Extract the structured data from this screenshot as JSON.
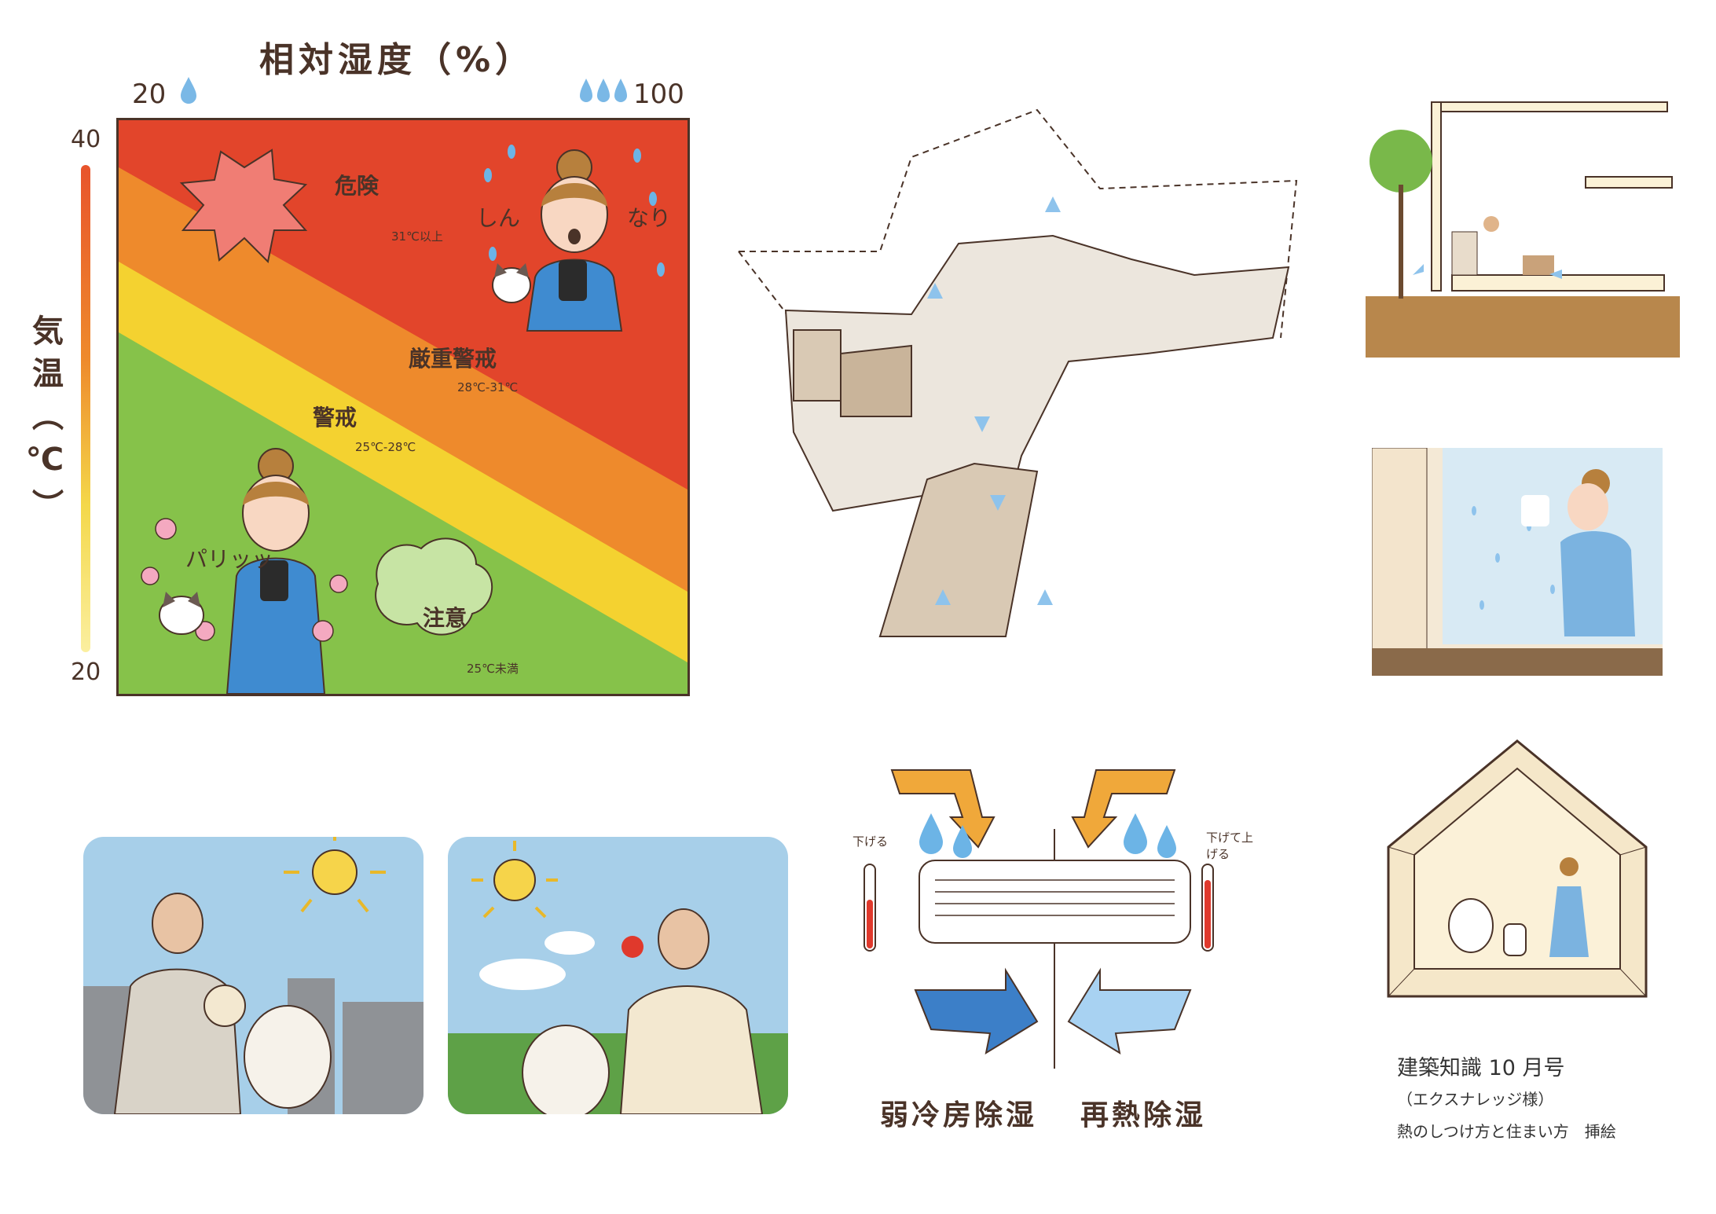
{
  "chart": {
    "title": "相対湿度（%）",
    "x_min": "20",
    "x_max": "100",
    "y_title": "気温（℃）",
    "y_max": "40",
    "y_min": "20",
    "zones": [
      {
        "label": "危険",
        "range": "31℃以上",
        "color": "#e2452b"
      },
      {
        "label": "厳重警戒",
        "range": "28℃-31℃",
        "color": "#ee8a2c"
      },
      {
        "label": "警戒",
        "range": "25℃-28℃",
        "color": "#f4d230"
      },
      {
        "label": "注意",
        "range": "25℃未満",
        "color": "#86c24a"
      }
    ],
    "onomatopoeia_top_left": "しん",
    "onomatopoeia_top_right": "なり",
    "onomatopoeia_bottom": "パリッッ"
  },
  "ac_diagram": {
    "left_temp_label": "下げる",
    "right_temp_label": "下げて上げる",
    "left_caption": "弱冷房除湿",
    "right_caption": "再熱除湿",
    "colors": {
      "orange_arrow": "#f0a83a",
      "dark_blue_arrow": "#3c7fc8",
      "light_blue_arrow": "#a8d2f2",
      "drop": "#6cb4e6"
    }
  },
  "credits": {
    "line1": "建築知識 10 月号",
    "line2": "（エクスナレッジ様）",
    "line3": "熱のしつけ方と住まい方　挿絵"
  }
}
